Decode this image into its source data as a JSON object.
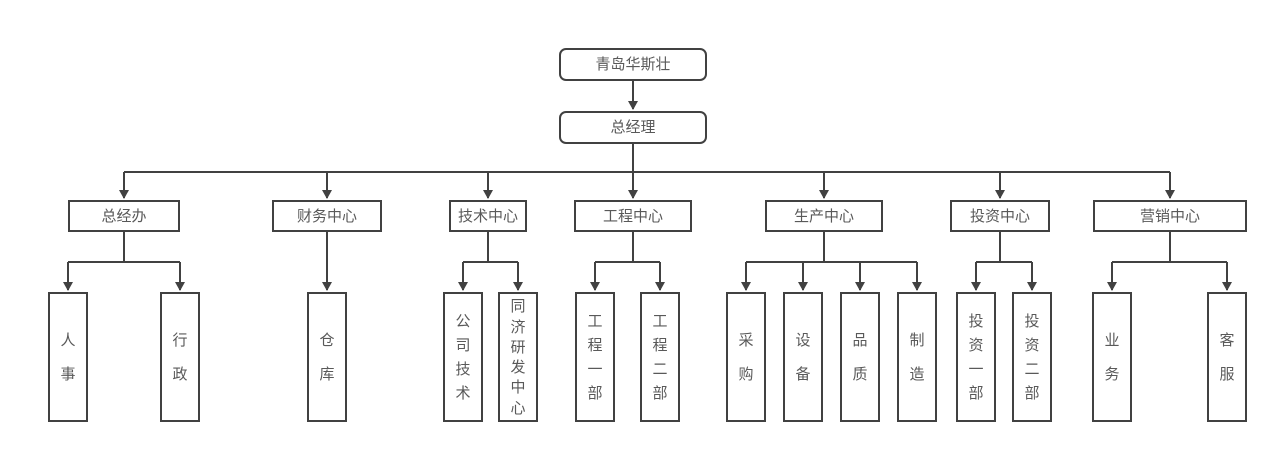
{
  "chart": {
    "type": "org-chart",
    "colors": {
      "line": "#414141",
      "box_border": "#414141",
      "box_fill": "#ffffff",
      "text": "#595959",
      "background": "#ffffff"
    },
    "root": {
      "label": "青岛华斯壮"
    },
    "general_manager": {
      "label": "总经理"
    },
    "departments": [
      {
        "label": "总经办",
        "children": [
          {
            "label": "人事"
          },
          {
            "label": "行政"
          }
        ]
      },
      {
        "label": "财务中心",
        "children": [
          {
            "label": "仓库"
          }
        ]
      },
      {
        "label": "技术中心",
        "children": [
          {
            "label": "公司技术"
          },
          {
            "label": "同济研发中心"
          }
        ]
      },
      {
        "label": "工程中心",
        "children": [
          {
            "label": "工程一部"
          },
          {
            "label": "工程二部"
          }
        ]
      },
      {
        "label": "生产中心",
        "children": [
          {
            "label": "采购"
          },
          {
            "label": "设备"
          },
          {
            "label": "品质"
          },
          {
            "label": "制造"
          }
        ]
      },
      {
        "label": "投资中心",
        "children": [
          {
            "label": "投资一部"
          },
          {
            "label": "投资二部"
          }
        ]
      },
      {
        "label": "营销中心",
        "children": [
          {
            "label": "业务"
          },
          {
            "label": "客服"
          }
        ]
      }
    ]
  }
}
